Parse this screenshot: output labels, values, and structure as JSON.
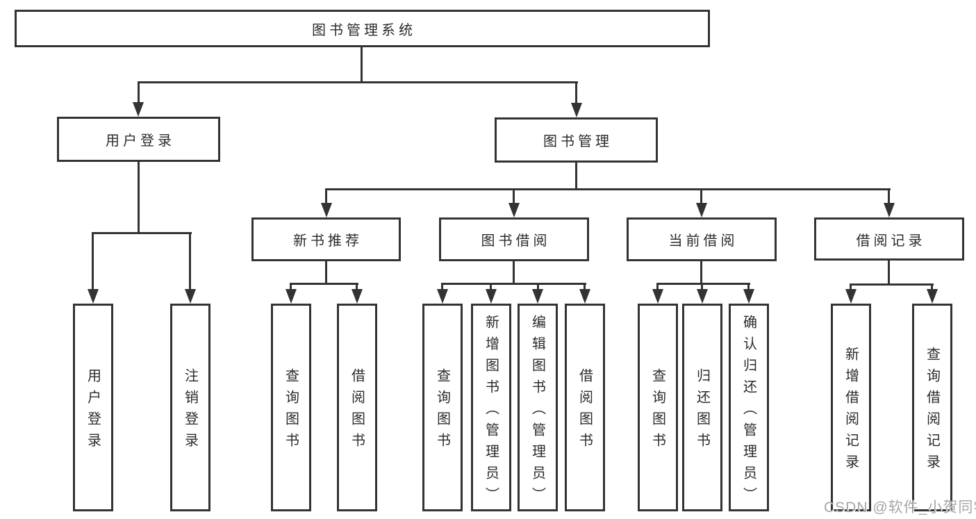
{
  "tree": {
    "root": {
      "label": "图书管理系统",
      "children": [
        {
          "label": "用户登录",
          "children": [
            {
              "label": "用户登录"
            },
            {
              "label": "注销登录"
            }
          ]
        },
        {
          "label": "图书管理",
          "children": [
            {
              "label": "新书推荐",
              "children": [
                {
                  "label": "查询图书"
                },
                {
                  "label": "借阅图书"
                }
              ]
            },
            {
              "label": "图书借阅",
              "children": [
                {
                  "label": "查询图书"
                },
                {
                  "label": "新增图书（管理员）"
                },
                {
                  "label": "编辑图书（管理员）"
                },
                {
                  "label": "借阅图书"
                }
              ]
            },
            {
              "label": "当前借阅",
              "children": [
                {
                  "label": "查询图书"
                },
                {
                  "label": "归还图书"
                },
                {
                  "label": "确认归还（管理员）"
                }
              ]
            },
            {
              "label": "借阅记录",
              "children": [
                {
                  "label": "新增借阅记录"
                },
                {
                  "label": "查询借阅记录"
                }
              ]
            }
          ]
        }
      ]
    }
  },
  "watermark": "CSDN @软件_小贺同学",
  "colors": {
    "line": "#333333",
    "text": "#2b2b2b",
    "watermark": "#a6a6a6",
    "background": "#ffffff"
  }
}
